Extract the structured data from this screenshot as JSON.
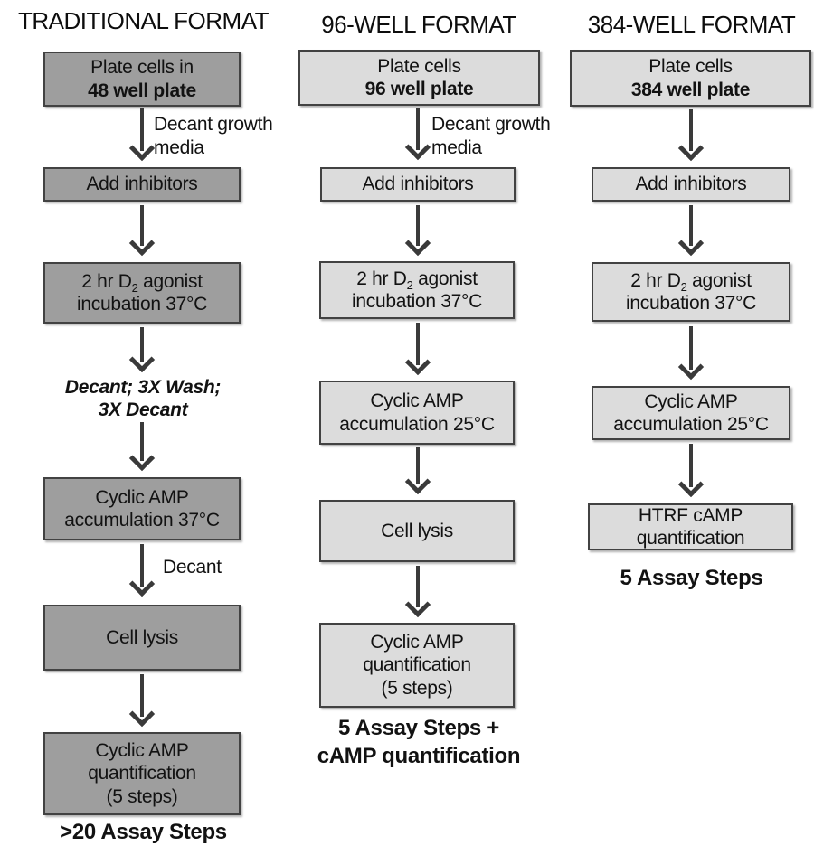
{
  "colors": {
    "traditional_box_fill": "#9e9e9e",
    "well_format_box_fill": "#dcdcdc",
    "box_border": "#424242",
    "arrow": "#3a3a3a",
    "text": "#121212"
  },
  "traditional": {
    "title": "TRADITIONAL FORMAT",
    "plate_line1": "Plate cells in",
    "plate_line2": "48 well plate",
    "decant_growth_label_line1": "Decant growth",
    "decant_growth_label_line2": "media",
    "add_inhibitors": "Add inhibitors",
    "agonist_pre": "2 hr D",
    "agonist_sub": "2",
    "agonist_post": " agonist",
    "agonist_line2": "incubation 37°C",
    "wash_note_line1": "Decant; 3X Wash;",
    "wash_note_line2": "3X Decant",
    "accumulation_line1": "Cyclic AMP",
    "accumulation_line2": "accumulation 37°C",
    "decant_label": "Decant",
    "cell_lysis": "Cell lysis",
    "quant_line1": "Cyclic AMP",
    "quant_line2": "quantification",
    "quant_line3": "(5 steps)",
    "summary": ">20 Assay Steps"
  },
  "well96": {
    "title": "96-WELL FORMAT",
    "plate_line1": "Plate cells",
    "plate_line2": "96 well plate",
    "decant_growth_label_line1": "Decant growth",
    "decant_growth_label_line2": "media",
    "add_inhibitors": "Add inhibitors",
    "agonist_pre": "2 hr D",
    "agonist_sub": "2",
    "agonist_post": " agonist",
    "agonist_line2": "incubation 37°C",
    "accumulation_line1": "Cyclic AMP",
    "accumulation_line2": "accumulation 25°C",
    "cell_lysis": "Cell lysis",
    "quant_line1": "Cyclic AMP",
    "quant_line2": "quantification",
    "quant_line3": "(5 steps)",
    "summary_line1": "5 Assay Steps +",
    "summary_line2": "cAMP quantification"
  },
  "well384": {
    "title": "384-WELL FORMAT",
    "plate_line1": "Plate cells",
    "plate_line2": "384 well plate",
    "add_inhibitors": "Add inhibitors",
    "agonist_pre": "2 hr D",
    "agonist_sub": "2",
    "agonist_post": " agonist",
    "agonist_line2": "incubation 37°C",
    "accumulation_line1": "Cyclic AMP",
    "accumulation_line2": "accumulation 25°C",
    "htrf_line1": "HTRF cAMP",
    "htrf_line2": "quantification",
    "summary": "5 Assay Steps"
  }
}
